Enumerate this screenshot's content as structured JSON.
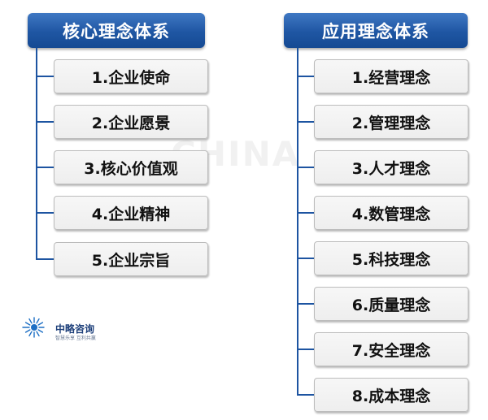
{
  "left_group": {
    "title": "核心理念体系",
    "items": [
      "1.企业使命",
      "2.企业愿景",
      "3.核心价值观",
      "4.企业精神",
      "5.企业宗旨"
    ]
  },
  "right_group": {
    "title": "应用理念体系",
    "items": [
      "1.经营理念",
      "2.管理理念",
      "3.人才理念",
      "4.数管理念",
      "5.科技理念",
      "6.质量理念",
      "7.安全理念",
      "8.成本理念"
    ]
  },
  "logo": {
    "name": "中略咨询",
    "tagline": "智慧乐享 互利共赢"
  },
  "watermark": "CHINA",
  "colors": {
    "header_blue": "#1f56a3",
    "connector_blue": "#1d54a1",
    "item_bg": "#f2f2f2"
  }
}
